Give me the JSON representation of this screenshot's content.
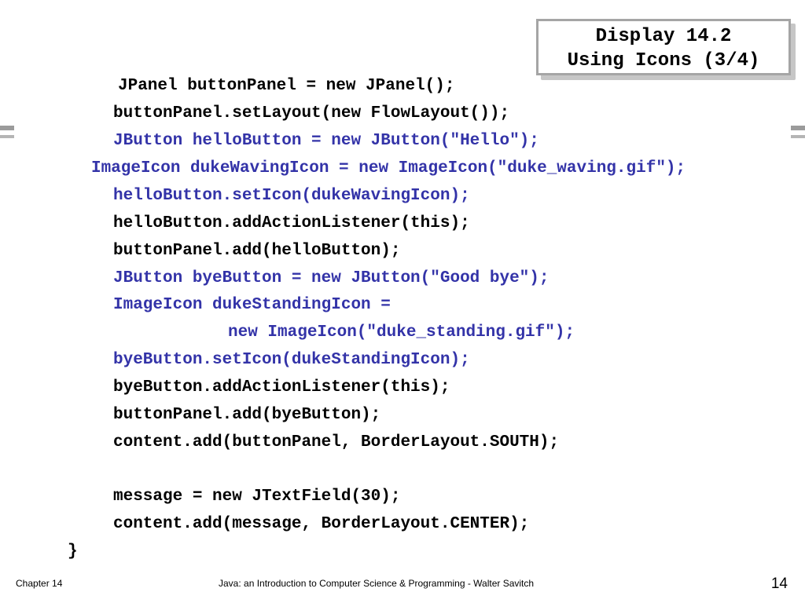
{
  "slide": {
    "title_line1": "Display 14.2",
    "title_line2": "Using Icons (3/4)"
  },
  "code_lines": [
    {
      "text": "JPanel buttonPanel = new JPanel();",
      "highlight": false
    },
    {
      "text": "buttonPanel.setLayout(new FlowLayout());",
      "highlight": false
    },
    {
      "text": "JButton helloButton = new JButton(\"Hello\");",
      "highlight": true
    },
    {
      "text": "ImageIcon dukeWavingIcon = new ImageIcon(\"duke_waving.gif\");",
      "highlight": true
    },
    {
      "text": "helloButton.setIcon(dukeWavingIcon);",
      "highlight": true
    },
    {
      "text": "helloButton.addActionListener(this);",
      "highlight": false
    },
    {
      "text": "buttonPanel.add(helloButton);",
      "highlight": false
    },
    {
      "text": "JButton byeButton = new JButton(\"Good bye\");",
      "highlight": true
    },
    {
      "text": "ImageIcon dukeStandingIcon =",
      "highlight": true
    },
    {
      "text": "new ImageIcon(\"duke_standing.gif\");",
      "highlight": true
    },
    {
      "text": "byeButton.setIcon(dukeStandingIcon);",
      "highlight": true
    },
    {
      "text": "byeButton.addActionListener(this);",
      "highlight": false
    },
    {
      "text": "buttonPanel.add(byeButton);",
      "highlight": false
    },
    {
      "text": "content.add(buttonPanel, BorderLayout.SOUTH);",
      "highlight": false
    },
    {
      "text": "message = new JTextField(30);",
      "highlight": false
    },
    {
      "text": "content.add(message, BorderLayout.CENTER);",
      "highlight": false
    },
    {
      "text": "}",
      "highlight": false
    }
  ],
  "footer": {
    "chapter": "Chapter 14",
    "book": "Java: an Introduction to Computer Science & Programming - Walter Savitch",
    "page_number": "14"
  },
  "colors": {
    "code_default": "#000000",
    "code_highlight": "#3333a8",
    "title_border": "#a5a5a5"
  }
}
